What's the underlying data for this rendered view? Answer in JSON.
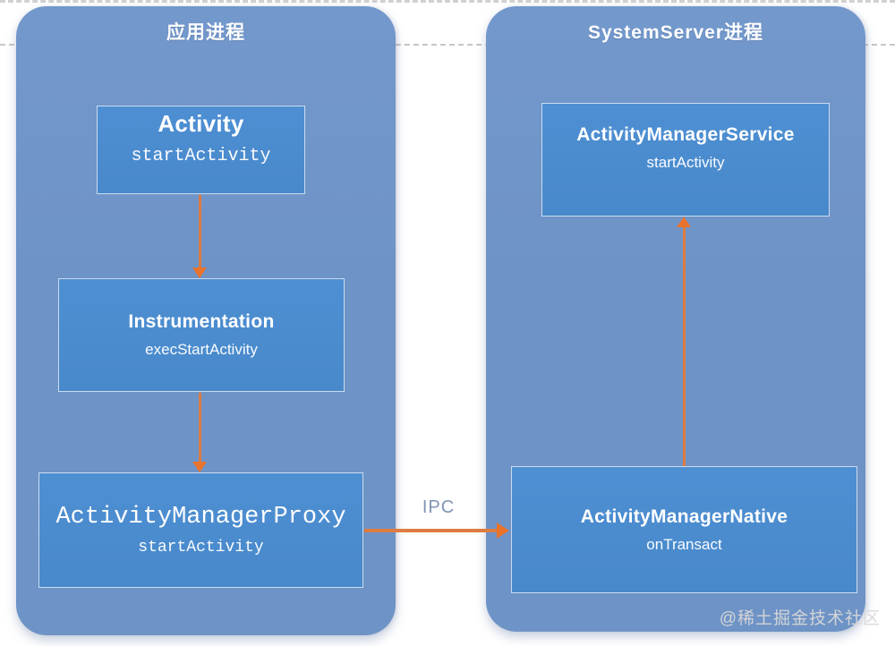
{
  "diagram": {
    "colors": {
      "container_fill": "#6e93c6",
      "container_fill_top": "#7398cc",
      "node_fill": "#4e8fd3",
      "node_fill_bottom": "#4889cb",
      "node_border": "#ccdbee",
      "arrow": "#dd7c42",
      "arrowhead": "#e8732c",
      "ipc_label_color": "#7f95b3",
      "dash_line": "#c6c6c6",
      "watermark_color": "#d8d8d8",
      "text": "#ffffff"
    },
    "containers": [
      {
        "title": "应用进程",
        "nodes": [
          {
            "title": "Activity",
            "subtitle": "startActivity"
          },
          {
            "title": "Instrumentation",
            "subtitle": "execStartActivity"
          },
          {
            "title": "ActivityManagerProxy",
            "subtitle": "startActivity"
          }
        ]
      },
      {
        "title": "SystemServer进程",
        "nodes": [
          {
            "title": "ActivityManagerService",
            "subtitle": "startActivity"
          },
          {
            "title": "ActivityManagerNative",
            "subtitle": "onTransact"
          }
        ]
      }
    ],
    "edges": [
      {
        "from": "Activity",
        "to": "Instrumentation",
        "label": ""
      },
      {
        "from": "Instrumentation",
        "to": "ActivityManagerProxy",
        "label": ""
      },
      {
        "from": "ActivityManagerProxy",
        "to": "ActivityManagerNative",
        "label": "IPC"
      },
      {
        "from": "ActivityManagerNative",
        "to": "ActivityManagerService",
        "label": ""
      }
    ],
    "watermark": "@稀土掘金技术社区"
  }
}
